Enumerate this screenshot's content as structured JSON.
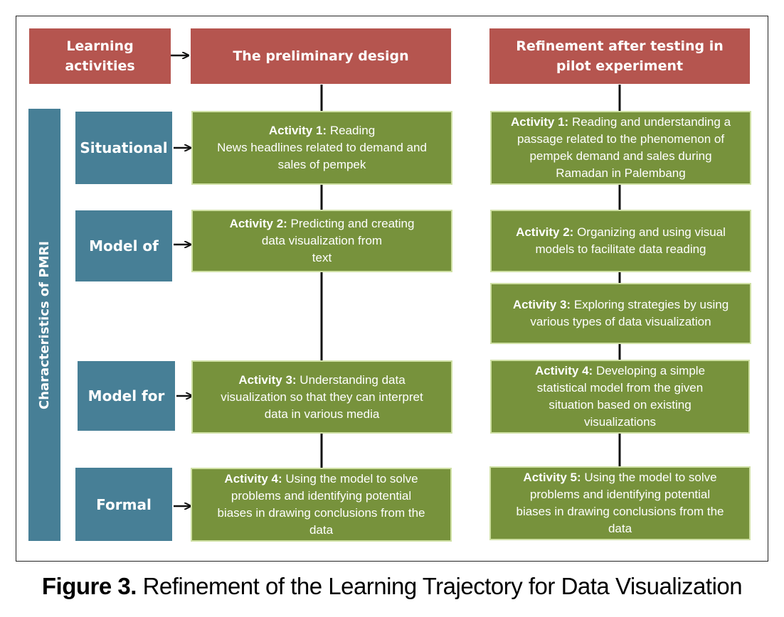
{
  "header": {
    "learning_activities": "Learning activities",
    "preliminary_design": "The preliminary design",
    "refinement": "Refinement after testing in pilot experiment"
  },
  "side_label": "Characteristics of PMRI",
  "levels": [
    "Situational",
    "Model of",
    "Model for",
    "Formal"
  ],
  "preliminary": [
    {
      "title": "Activity 1:",
      "lines": [
        "Reading",
        "News headlines related to demand and",
        "sales of pempek"
      ]
    },
    {
      "title": "Activity 2:",
      "lines": [
        "Predicting and creating",
        "data visualization from",
        "text"
      ]
    },
    {
      "title": "Activity 3:",
      "lines": [
        "Understanding data",
        "visualization so that they can interpret",
        "data in various media"
      ]
    },
    {
      "title": "Activity 4:",
      "lines": [
        "Using the model to solve",
        "problems and identifying potential",
        "biases in drawing conclusions from the",
        "data"
      ]
    }
  ],
  "refined": [
    {
      "title": "Activity 1:",
      "lines": [
        "Reading and understanding a",
        "passage related to the phenomenon of",
        "pempek demand and sales during",
        "Ramadan in Palembang"
      ]
    },
    {
      "title": "Activity 2:",
      "lines": [
        "Organizing and using visual",
        "models to facilitate data reading"
      ]
    },
    {
      "title": "Activity 3:",
      "lines": [
        "Exploring strategies by using",
        "various types of data visualization"
      ]
    },
    {
      "title": "Activity 4:",
      "lines": [
        "Developing a simple",
        "statistical model from the given",
        "situation based on existing",
        "visualizations"
      ]
    },
    {
      "title": "Activity 5:",
      "lines": [
        "Using the model to solve",
        "problems and identifying potential",
        "biases in drawing conclusions from the",
        "data"
      ]
    }
  ],
  "caption": {
    "label": "Figure 3.",
    "text": "Refinement of the Learning Trajectory for Data Visualization"
  }
}
